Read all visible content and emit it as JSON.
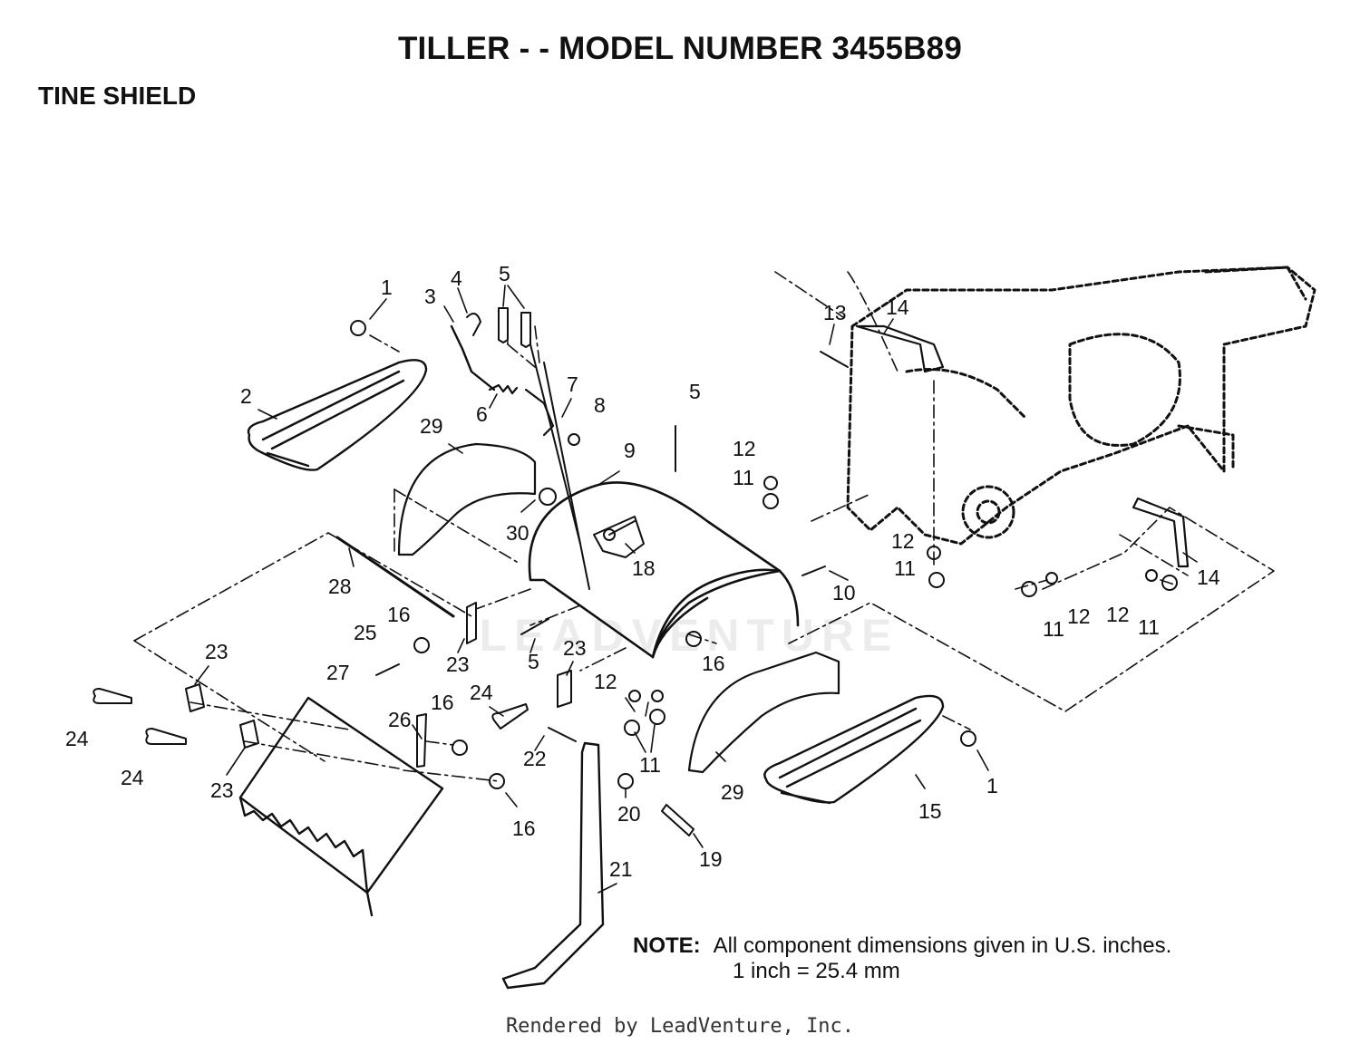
{
  "title": "TILLER - - MODEL NUMBER 3455B89",
  "section": "TINE SHIELD",
  "note": {
    "label": "NOTE:",
    "line1": "All component dimensions given in U.S. inches.",
    "line2": "1 inch = 25.4 mm"
  },
  "footer": "Rendered by LeadVenture, Inc.",
  "watermark": "LEADVENTURE",
  "callouts": [
    {
      "id": "c1a",
      "text": "1"
    },
    {
      "id": "c2",
      "text": "2"
    },
    {
      "id": "c3",
      "text": "3"
    },
    {
      "id": "c4",
      "text": "4"
    },
    {
      "id": "c5a",
      "text": "5"
    },
    {
      "id": "c6",
      "text": "6"
    },
    {
      "id": "c7",
      "text": "7"
    },
    {
      "id": "c8",
      "text": "8"
    },
    {
      "id": "c29a",
      "text": "29"
    },
    {
      "id": "c5b",
      "text": "5"
    },
    {
      "id": "c9",
      "text": "9"
    },
    {
      "id": "c30",
      "text": "30"
    },
    {
      "id": "c18",
      "text": "18"
    },
    {
      "id": "c12a",
      "text": "12"
    },
    {
      "id": "c11a",
      "text": "11"
    },
    {
      "id": "c13",
      "text": "13"
    },
    {
      "id": "c14a",
      "text": "14"
    },
    {
      "id": "c12b",
      "text": "12"
    },
    {
      "id": "c11b",
      "text": "11"
    },
    {
      "id": "c14b",
      "text": "14"
    },
    {
      "id": "c28",
      "text": "28"
    },
    {
      "id": "c10",
      "text": "10"
    },
    {
      "id": "c16a",
      "text": "16"
    },
    {
      "id": "c25",
      "text": "25"
    },
    {
      "id": "c23a",
      "text": "23"
    },
    {
      "id": "c5c",
      "text": "5"
    },
    {
      "id": "c23b",
      "text": "23"
    },
    {
      "id": "c16b",
      "text": "16"
    },
    {
      "id": "c11c",
      "text": "11"
    },
    {
      "id": "c12c",
      "text": "12"
    },
    {
      "id": "c12d",
      "text": "12"
    },
    {
      "id": "c11d",
      "text": "11"
    },
    {
      "id": "c23c",
      "text": "23"
    },
    {
      "id": "c27",
      "text": "27"
    },
    {
      "id": "c12e",
      "text": "12"
    },
    {
      "id": "c24a",
      "text": "24"
    },
    {
      "id": "c26",
      "text": "26"
    },
    {
      "id": "c16c",
      "text": "16"
    },
    {
      "id": "c24b",
      "text": "24"
    },
    {
      "id": "c24c",
      "text": "24"
    },
    {
      "id": "c23d",
      "text": "23"
    },
    {
      "id": "c22",
      "text": "22"
    },
    {
      "id": "c11e",
      "text": "11"
    },
    {
      "id": "c29b",
      "text": "29"
    },
    {
      "id": "c15",
      "text": "15"
    },
    {
      "id": "c1b",
      "text": "1"
    },
    {
      "id": "c20",
      "text": "20"
    },
    {
      "id": "c16d",
      "text": "16"
    },
    {
      "id": "c19",
      "text": "19"
    },
    {
      "id": "c21",
      "text": "21"
    }
  ]
}
